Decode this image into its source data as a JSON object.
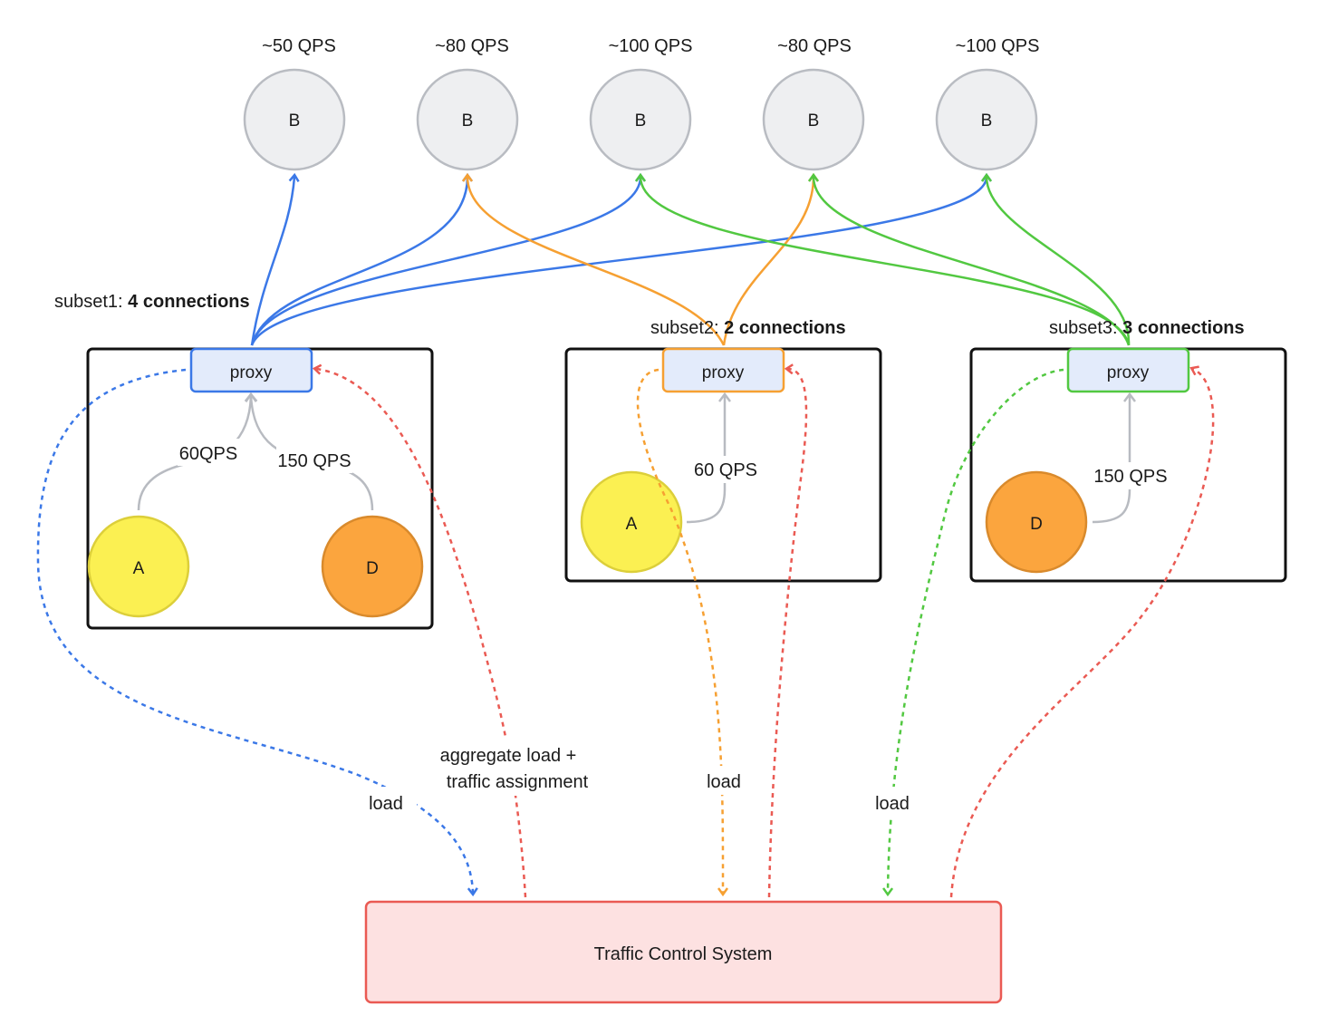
{
  "colors": {
    "subset1": "#3b78e7",
    "subset2": "#f6a032",
    "subset3": "#52c841",
    "control": "#ea5a53",
    "proxy_fill": "#e3ebfb",
    "node_a_fill": "#fbf052",
    "node_d_fill": "#fba53e",
    "tcs_fill": "#fde1e1"
  },
  "backends": [
    {
      "label": "B",
      "qps": "~50 QPS"
    },
    {
      "label": "B",
      "qps": "~80 QPS"
    },
    {
      "label": "B",
      "qps": "~100 QPS"
    },
    {
      "label": "B",
      "qps": "~80 QPS"
    },
    {
      "label": "B",
      "qps": "~100 QPS"
    }
  ],
  "subsets": [
    {
      "prefix": "subset1: ",
      "connections": "4 connections",
      "proxy_label": "proxy",
      "clients": [
        {
          "label": "A",
          "qps": "60QPS"
        },
        {
          "label": "D",
          "qps": "150 QPS"
        }
      ]
    },
    {
      "prefix": "subset2: ",
      "connections": "2 connections",
      "proxy_label": "proxy",
      "clients": [
        {
          "label": "A",
          "qps": "60 QPS"
        }
      ]
    },
    {
      "prefix": "subset3: ",
      "connections": "3 connections",
      "proxy_label": "proxy",
      "clients": [
        {
          "label": "D",
          "qps": "150 QPS"
        }
      ]
    }
  ],
  "edge_labels": {
    "load_1": "load",
    "load_2": "load",
    "load_3": "load",
    "aggregate_line1": "aggregate load +",
    "aggregate_line2": "traffic assignment"
  },
  "control_system": {
    "label": "Traffic Control System"
  }
}
